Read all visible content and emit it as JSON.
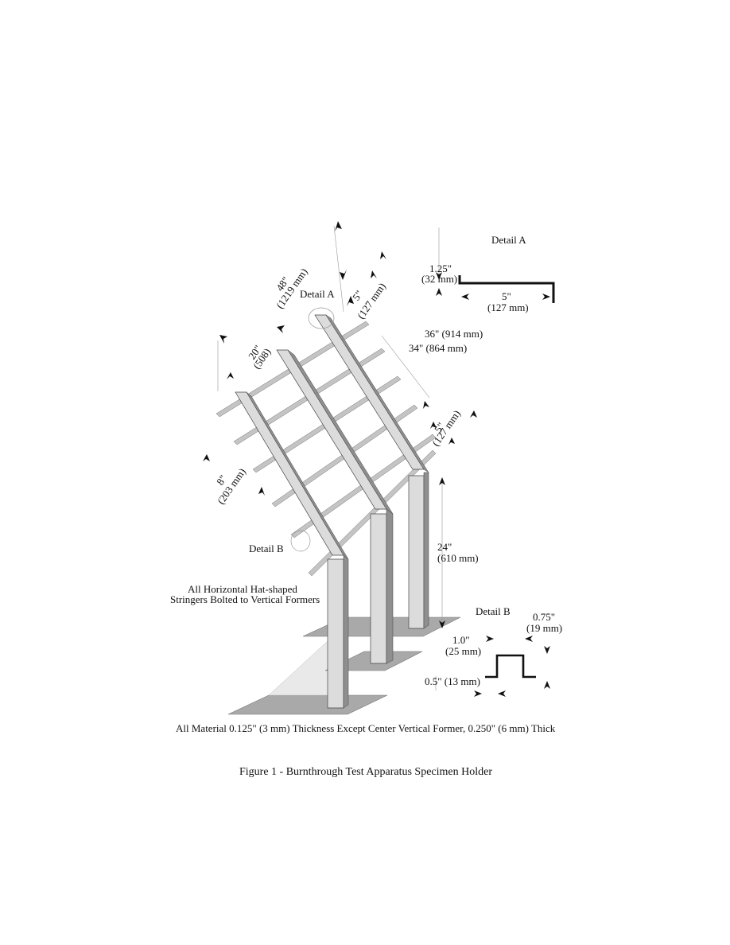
{
  "labels": {
    "detail_a_top": "Detail A",
    "detail_a_mid": "Detail A",
    "detail_b_left": "Detail B",
    "detail_b_right": "Detail B",
    "dim_48": "48\"",
    "dim_48_mm": "(1219 mm)",
    "dim_5_top": "5\"",
    "dim_5_top_mm": "(127 mm)",
    "dim_20": "20\"",
    "dim_20_mm": "(508)",
    "dim_36": "36\" (914 mm)",
    "dim_34": "34\" (864 mm)",
    "dim_5_right": "5\"",
    "dim_5_right_mm": "(127 mm)",
    "dim_8": "8\"",
    "dim_8_mm": "(203 mm)",
    "dim_24": "24\"",
    "dim_24_mm": "(610 mm)",
    "detail_a_h": "1.25\"",
    "detail_a_h_mm": "(32 mm)",
    "detail_a_w": "5\"",
    "detail_a_w_mm": "(127 mm)",
    "detail_b_top": "0.75\"",
    "detail_b_top_mm": "(19 mm)",
    "detail_b_mid": "1.0\"",
    "detail_b_mid_mm": "(25 mm)",
    "detail_b_flange": "0.5\" (13 mm)",
    "note_stringers_1": "All Horizontal Hat-shaped",
    "note_stringers_2": "Stringers Bolted to Vertical Formers",
    "note_material": "All Material 0.125\" (3 mm) Thickness Except Center Vertical Former, 0.250\" (6 mm) Thick",
    "caption": "Figure 1 - Burnthrough Test Apparatus Specimen Holder"
  },
  "colors": {
    "former_face": "#dcdcdc",
    "former_side": "#8f8f8f",
    "stringer": "#c4c4c4",
    "base_plate": "#a9a9a9",
    "line": "#111111"
  }
}
